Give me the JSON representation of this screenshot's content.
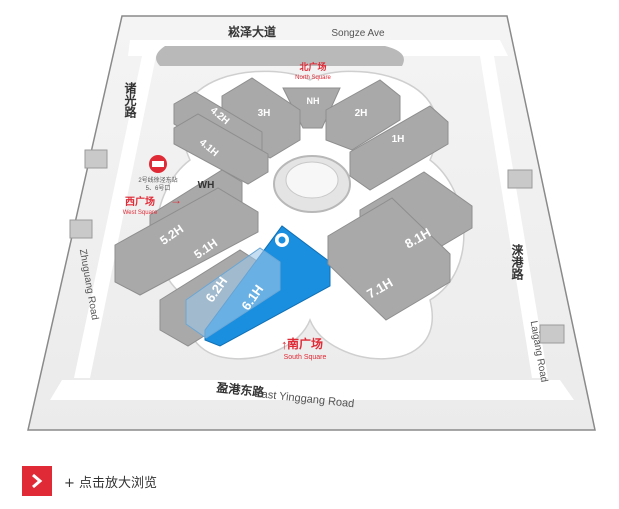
{
  "roads": {
    "north": "崧泽大道",
    "north_en": "Songze Ave",
    "west": "诸光路",
    "west_en": "Zhuguang Road",
    "south": "盈港东路",
    "south_en": "East Yinggang Road",
    "east": "涞港路",
    "east_en": "Laigang Road"
  },
  "halls": {
    "nh": "NH",
    "h2": "2H",
    "h3": "3H",
    "h1": "1H",
    "h4_2": "4.2H",
    "h4_1": "4.1H",
    "wh": "WH",
    "h5_2": "5.2H",
    "h5_1": "5.1H",
    "h6_2": "6.2H",
    "h6_1": "6.1H",
    "h8_1": "8.1H",
    "h7_1": "7.1H"
  },
  "squares": {
    "north": "北广场",
    "north_en": "North Square",
    "west": "西广场",
    "west_en": "West Square",
    "south": "南广场",
    "south_en": "South Square"
  },
  "metro": {
    "line1": "2号线徐泾东站",
    "line2": "5、6号口"
  },
  "footer": {
    "label": "+ 点击放大浏览"
  },
  "colors": {
    "hall_gray": "#a9a9a9",
    "highlight": "#1a8fe0",
    "accent_red": "#e02a36"
  }
}
